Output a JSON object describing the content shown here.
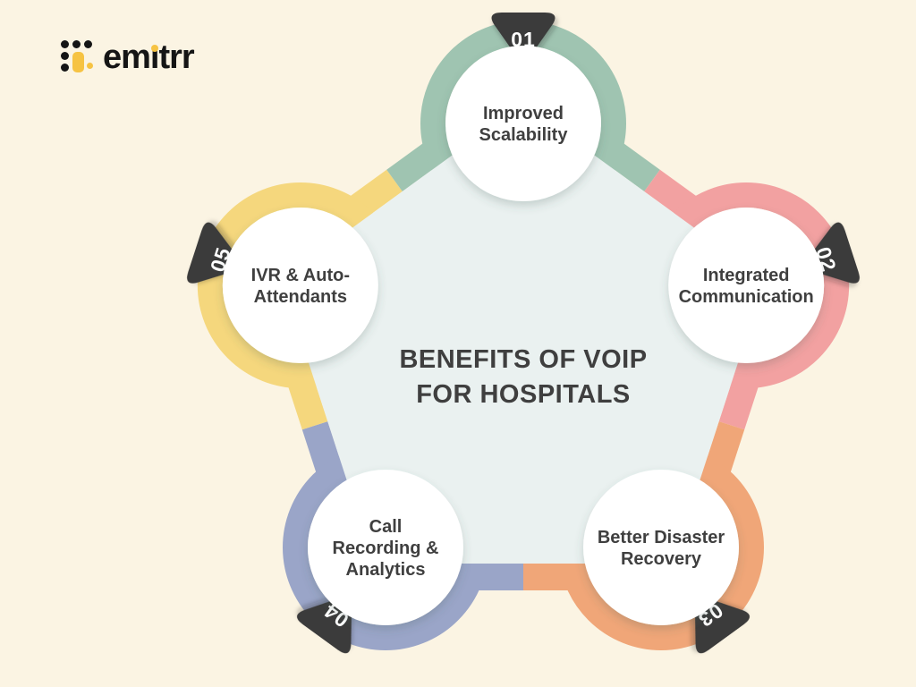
{
  "page": {
    "background": "#FBF4E3"
  },
  "logo": {
    "text": "emitrr",
    "pre": "em",
    "i_glyph": "ı",
    "post": "trr",
    "text_color": "#151515",
    "accent_color": "#F6C343",
    "icon": "dot-grid-icon"
  },
  "title": {
    "line1": "BENEFITS OF VOIP",
    "line2": "FOR HOSPITALS",
    "color": "#3F3F3F"
  },
  "diagram": {
    "pentagon_fill": "#EAF1F0",
    "badge_fill": "#3B3B3B",
    "badge_text_color": "#FFFFFF",
    "circle_fill": "#FFFFFF",
    "label_color": "#3F3F3F",
    "nodes": [
      {
        "number": "01",
        "label": [
          "Improved",
          "Scalability"
        ],
        "color": "#9FC4B1"
      },
      {
        "number": "02",
        "label": [
          "Integrated",
          "Communication"
        ],
        "color": "#F2A1A1"
      },
      {
        "number": "03",
        "label": [
          "Better Disaster",
          "Recovery"
        ],
        "color": "#F0A678"
      },
      {
        "number": "04",
        "label": [
          "Call",
          "Recording &",
          "Analytics"
        ],
        "color": "#9AA5C8"
      },
      {
        "number": "05",
        "label": [
          "IVR & Auto-",
          "Attendants"
        ],
        "color": "#F5D77D"
      }
    ]
  }
}
